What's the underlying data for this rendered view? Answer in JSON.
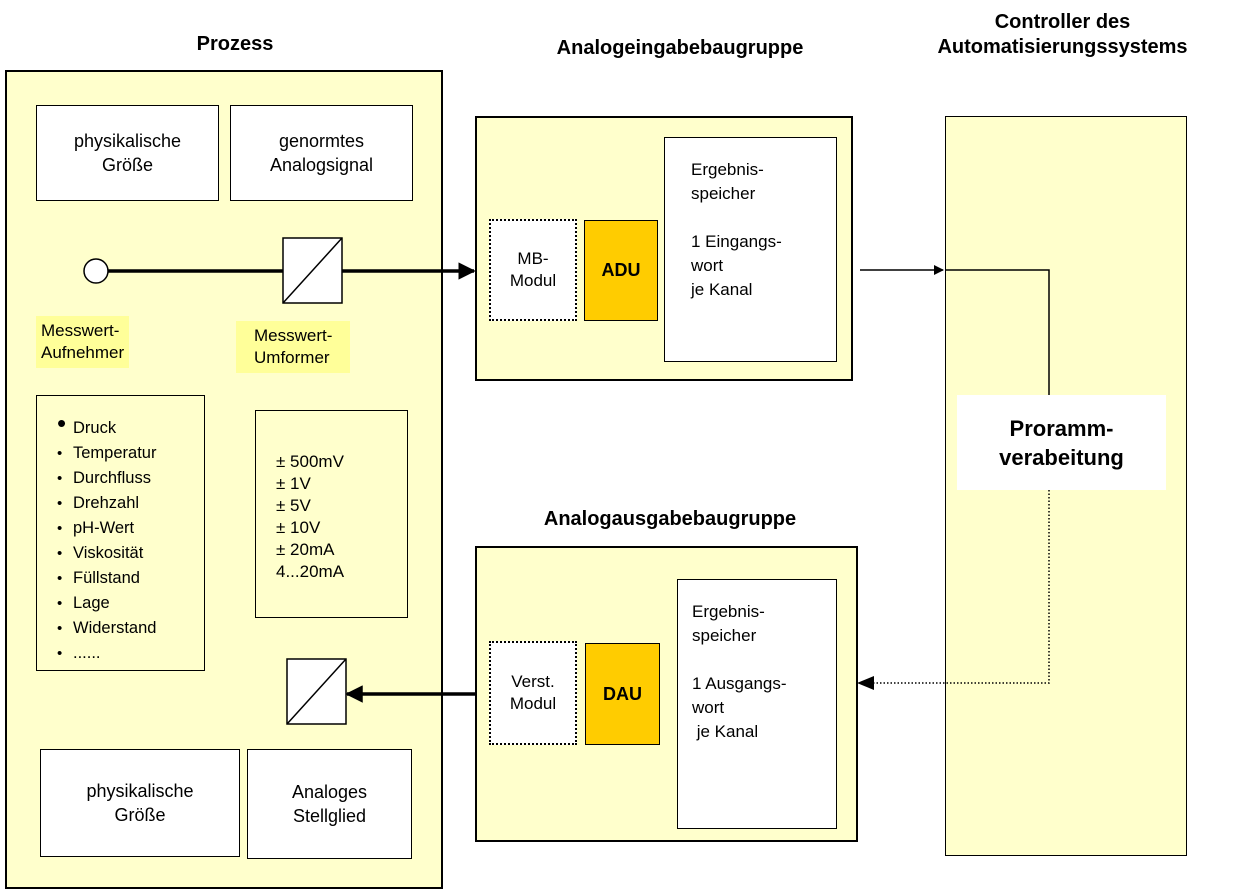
{
  "titles": {
    "prozess": "Prozess",
    "analogeingabe": "Analogeingabebaugruppe",
    "controller_line1": "Controller des",
    "controller_line2": "Automatisierungssystems",
    "analogausgabe": "Analogausgabebaugruppe"
  },
  "prozess": {
    "box_physikalisch_top": [
      "physikalische",
      "Größe"
    ],
    "box_genormt": [
      "genormtes",
      "Analogsignal"
    ],
    "label_aufnehmer": [
      "Messwert-",
      "Aufnehmer"
    ],
    "label_umformer": [
      "Messwert-",
      "Umformer"
    ],
    "quantities": [
      "Druck",
      "Temperatur",
      "Durchfluss",
      "Drehzahl",
      "pH-Wert",
      "Viskosität",
      "Füllstand",
      "Lage",
      "Widerstand",
      "......"
    ],
    "signal_ranges": [
      "± 500mV",
      "± 1V",
      "± 5V",
      "± 10V",
      "± 20mA",
      "4...20mA"
    ],
    "box_physikalisch_bottom": [
      "physikalische",
      "Größe"
    ],
    "box_stellglied": [
      "Analoges",
      "Stellglied"
    ]
  },
  "eingabe": {
    "mb_modul": [
      "MB-",
      "Modul"
    ],
    "adu": "ADU",
    "speicher": "Ergebnis-\nspeicher\n\n1 Eingangs-\nwort\nje Kanal"
  },
  "ausgabe": {
    "verst_modul": [
      "Verst.",
      "Modul"
    ],
    "dau": "DAU",
    "speicher": "Ergebnis-\nspeicher\n\n1 Ausgangs-\nwort\n je Kanal"
  },
  "controller": {
    "programm": [
      "Proramm-",
      "verabeitung"
    ]
  },
  "colors": {
    "panel": "#ffffcc",
    "label_yellow": "#ffff99",
    "converter": "#ffcc00"
  }
}
